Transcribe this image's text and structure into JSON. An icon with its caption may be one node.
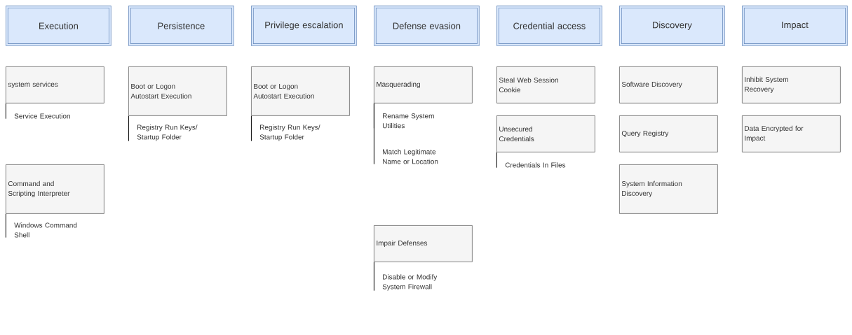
{
  "diagram": {
    "nodes": [
      {
        "text": [
          "Execution"
        ]
      },
      {
        "text": [
          "system services"
        ]
      },
      {
        "text": [
          "Service Execution"
        ]
      },
      {
        "text": [
          "Command and Scripting Interpreter"
        ]
      },
      {
        "text": [
          "Windows Command Shell"
        ]
      },
      {
        "text": [
          "Persistence"
        ]
      },
      {
        "text": [
          "Boot or Logon Autostart Execution"
        ]
      },
      {
        "text": [
          "Registry Run Keys/ Startup Folder"
        ]
      },
      {
        "text": [
          "Privilege escalation"
        ]
      },
      {
        "text": [
          "Boot or Logon Autostart Execution"
        ]
      },
      {
        "text": [
          "Registry Run Keys/ Startup Folder"
        ]
      },
      {
        "text": [
          "Defense evasion"
        ]
      },
      {
        "text": [
          "Masquerading"
        ]
      },
      {
        "text": [
          "Rename System Utilities"
        ]
      },
      {
        "text": [
          "Match Legitimate Name or Location"
        ]
      },
      {
        "text": [
          "Impair Defenses"
        ]
      },
      {
        "text": [
          "Disable or Modify System Firewall"
        ]
      },
      {
        "text": [
          "Credential access"
        ]
      },
      {
        "text": [
          "Steal Web Session Cookie"
        ]
      },
      {
        "text": [
          "Unsecured Credentials"
        ]
      },
      {
        "text": [
          "Credentials In Files"
        ]
      },
      {
        "text": [
          "Discovery"
        ]
      },
      {
        "text": [
          "Software Discovery"
        ]
      },
      {
        "text": [
          "Query Registry"
        ]
      },
      {
        "text": [
          "System Information Discovery"
        ]
      },
      {
        "text": [
          "Impact"
        ]
      },
      {
        "text": [
          "Inhibit System Recovery"
        ]
      },
      {
        "text": [
          "Data Encrypted for Impact"
        ]
      }
    ],
    "edges": [
      {
        "from": 1,
        "to": 2,
        "arrow": "none"
      },
      {
        "from": 3,
        "to": 4,
        "arrow": "none"
      },
      {
        "from": 6,
        "to": 7,
        "arrow": "none"
      },
      {
        "from": 9,
        "to": 10,
        "arrow": "none"
      },
      {
        "from": 12,
        "to": 13,
        "arrow": "none"
      },
      {
        "from": 12,
        "to": 14,
        "arrow": "none"
      },
      {
        "from": 15,
        "to": 16,
        "arrow": "none"
      },
      {
        "from": 19,
        "to": 20,
        "arrow": "none"
      }
    ]
  }
}
